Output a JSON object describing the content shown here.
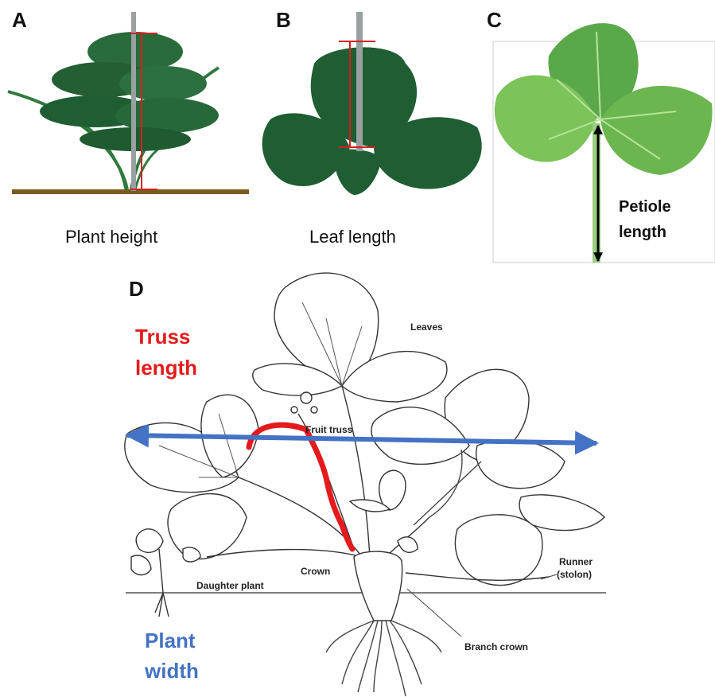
{
  "panels": {
    "a": {
      "letter": "A",
      "caption": "Plant height"
    },
    "b": {
      "letter": "B",
      "caption": "Leaf length"
    },
    "c": {
      "letter": "C",
      "label_line1": "Petiole",
      "label_line2": "length"
    },
    "d": {
      "letter": "D",
      "truss_label_line1": "Truss",
      "truss_label_line2": "length",
      "width_label_line1": "Plant",
      "width_label_line2": "width",
      "parts": {
        "leaves": "Leaves",
        "fruit_truss": "Fruit truss",
        "crown": "Crown",
        "daughter_plant": "Daughter plant",
        "runner_line1": "Runner",
        "runner_line2": "(stolon)",
        "branch_crown": "Branch crown"
      }
    }
  },
  "colors": {
    "truss": "#e41a1c",
    "width": "#4472c4",
    "measure_line": "#d62020",
    "leaf_dark": "#1e5e32",
    "leaf_light": "#7cc35a",
    "ground": "#7a5a1e"
  }
}
